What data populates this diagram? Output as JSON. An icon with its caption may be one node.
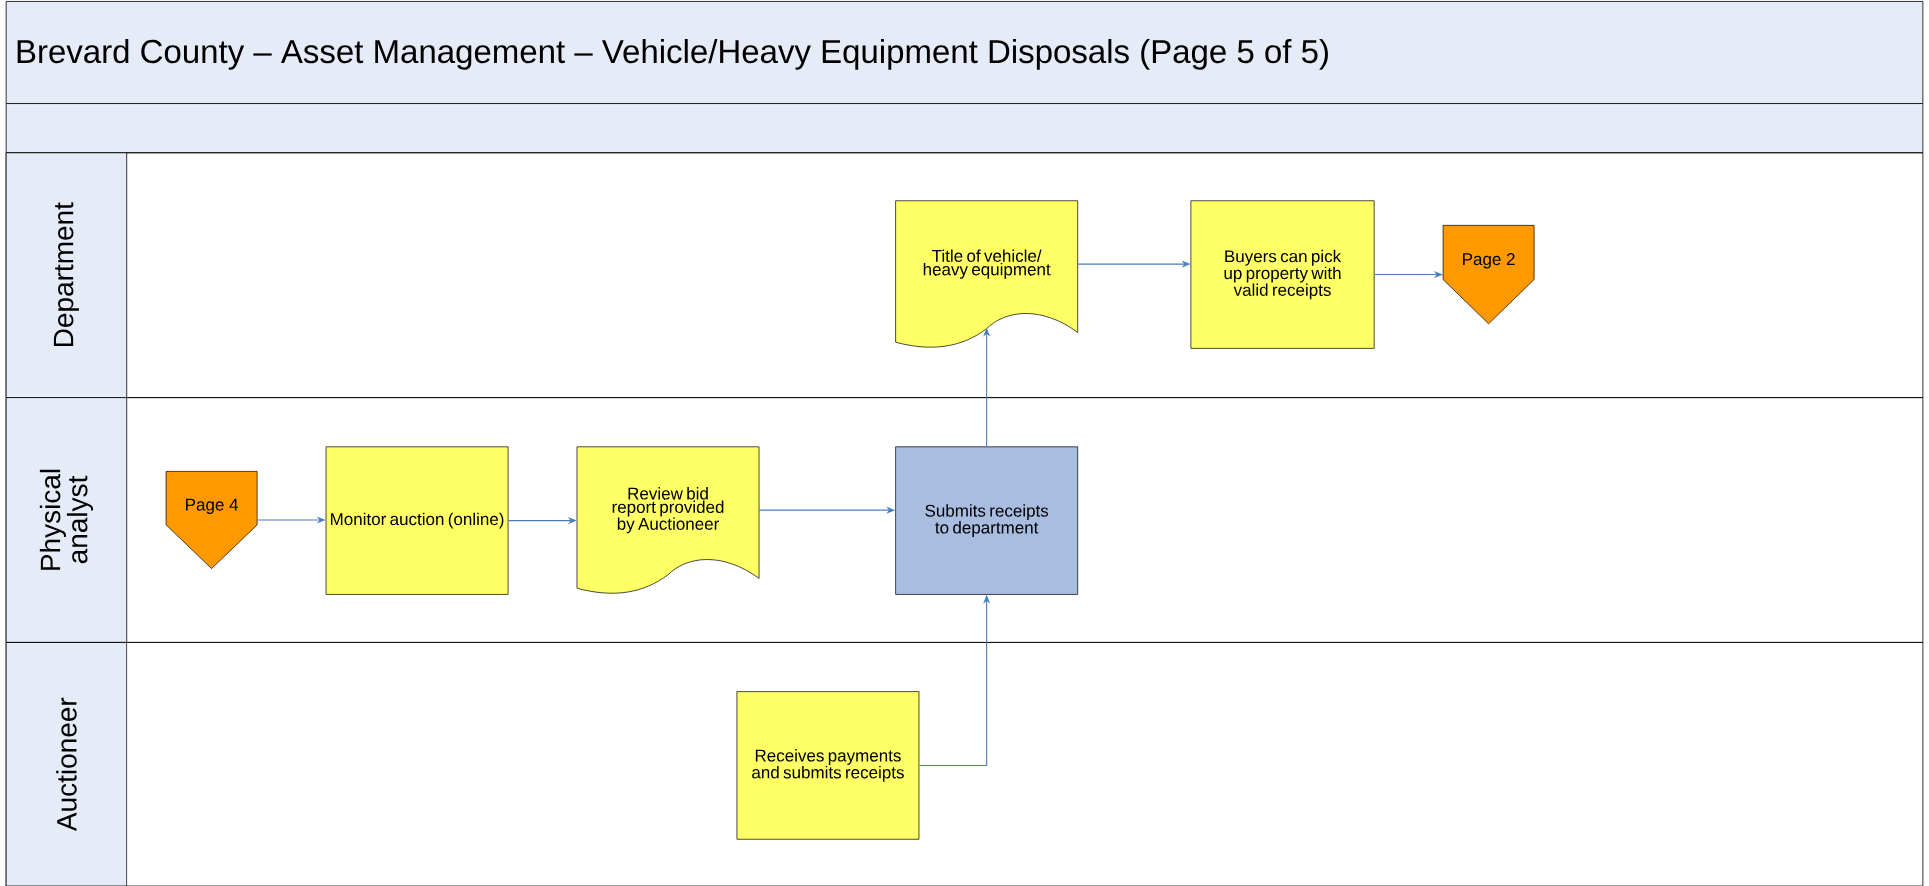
{
  "diagram": {
    "title": "Brevard County – Asset Management – Vehicle/Heavy Equipment Disposals (Page 5 of 5)",
    "nodes": [
      {
        "text": [
          "Department"
        ]
      },
      {
        "text": [
          "Title of vehicle/ heavy equipment"
        ],
        "in": 0
      },
      {
        "text": [
          "Buyers can pick up property with valid receipts"
        ],
        "in": 0
      },
      {
        "text": [
          "Page 2"
        ],
        "in": 0
      },
      {
        "text": [
          "Physical analyst"
        ]
      },
      {
        "text": [
          "Page 4"
        ],
        "in": 4
      },
      {
        "text": [
          "Monitor auction (online)"
        ],
        "in": 4
      },
      {
        "text": [
          "Review bid report provided by Auctioneer"
        ],
        "in": 4
      },
      {
        "text": [
          "Submits receipts to department"
        ],
        "in": 4
      },
      {
        "text": [
          "Auctioneer"
        ]
      },
      {
        "text": [
          "Receives payments and submits receipts"
        ],
        "in": 9
      }
    ],
    "edges": [
      {
        "from": 5,
        "to": 6,
        "arrow": "to"
      },
      {
        "from": 6,
        "to": 7,
        "arrow": "to"
      },
      {
        "from": 7,
        "to": 8,
        "arrow": "to"
      },
      {
        "from": 8,
        "to": 1,
        "arrow": "to"
      },
      {
        "from": 1,
        "to": 2,
        "arrow": "to"
      },
      {
        "from": 2,
        "to": 3,
        "arrow": "to"
      },
      {
        "from": 10,
        "to": 8,
        "arrow": "to"
      }
    ]
  }
}
